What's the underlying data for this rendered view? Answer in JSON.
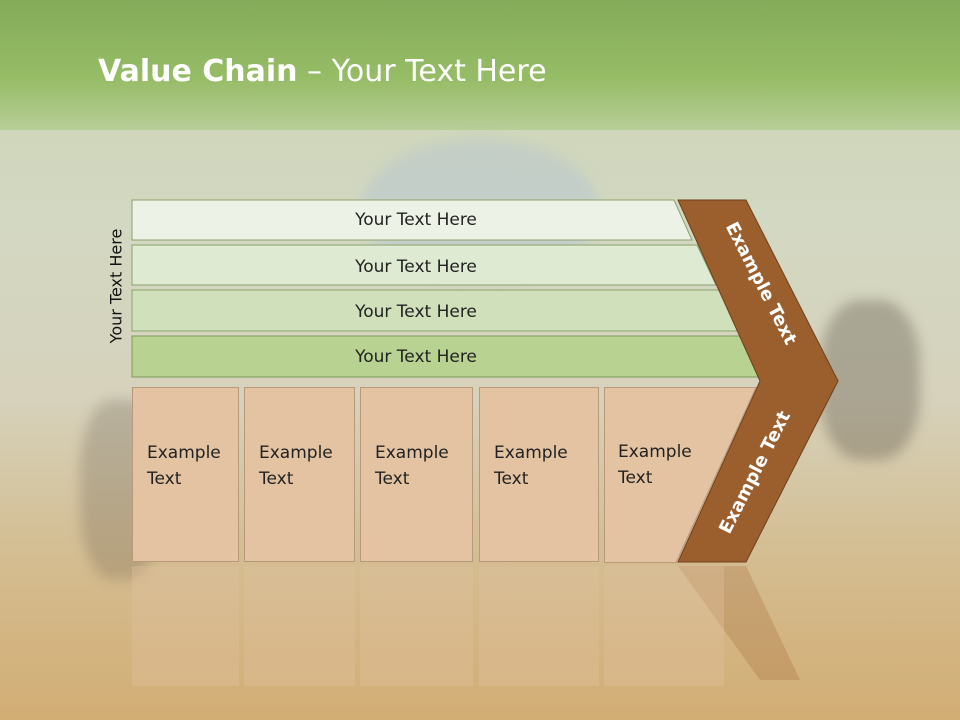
{
  "slide": {
    "title_bold": "Value Chain",
    "title_rest": " – Your Text Here",
    "side_label": "Your Text Here"
  },
  "bars": [
    {
      "label": "Your Text Here",
      "color": "#ecf2e6"
    },
    {
      "label": "Your Text Here",
      "color": "#dfead2"
    },
    {
      "label": "Your Text Here",
      "color": "#cfe0ba"
    },
    {
      "label": "Your Text Here",
      "color": "#b7d291"
    }
  ],
  "boxes": [
    {
      "line1": "Example",
      "line2": "Text"
    },
    {
      "line1": "Example",
      "line2": "Text"
    },
    {
      "line1": "Example",
      "line2": "Text"
    },
    {
      "line1": "Example",
      "line2": "Text"
    },
    {
      "line1": "Example",
      "line2": "Text"
    }
  ],
  "chevron": {
    "upper_label": "Example Text",
    "lower_label": "Example Text",
    "color": "#9b5f2e"
  }
}
